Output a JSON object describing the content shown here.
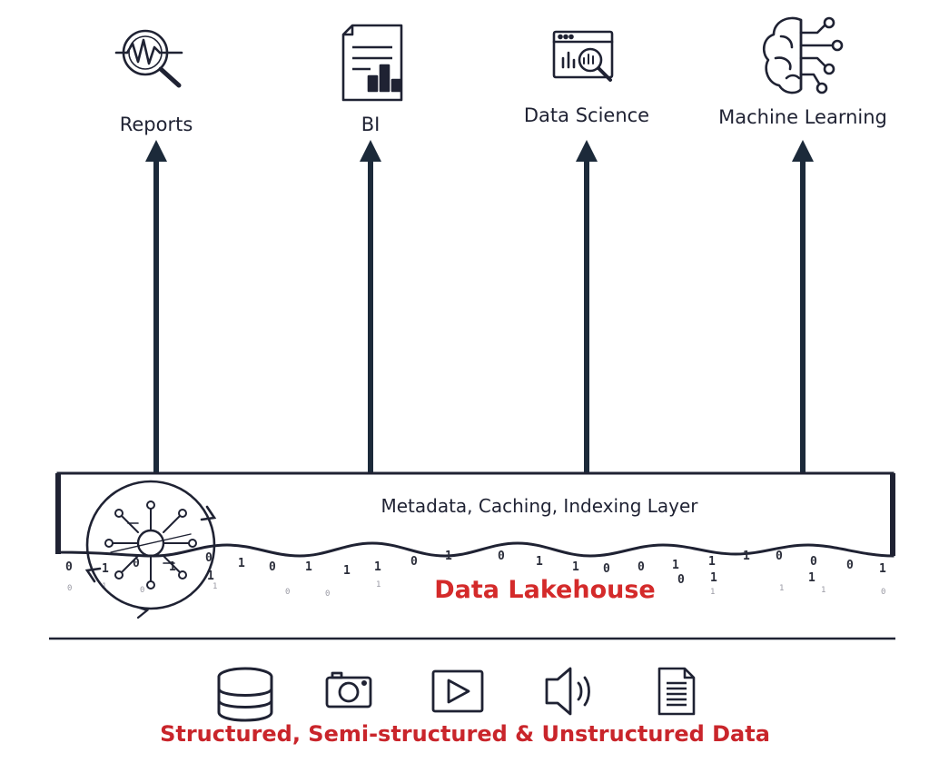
{
  "consumers": [
    {
      "label": "Reports",
      "icon": "magnifier-waveform-icon"
    },
    {
      "label": "BI",
      "icon": "document-bar-chart-icon"
    },
    {
      "label": "Data Science",
      "icon": "browser-chart-magnifier-icon"
    },
    {
      "label": "Machine Learning",
      "icon": "brain-circuit-icon"
    }
  ],
  "layer": {
    "label": "Metadata, Caching, Indexing Layer",
    "icon": "network-cycle-icon"
  },
  "lakehouse": {
    "label": "Data Lakehouse",
    "color": "#d42a2a"
  },
  "sources": {
    "label": "Structured, Semi-structured & Unstructured Data",
    "color": "#c9252b",
    "icons": [
      "database-icon",
      "camera-icon",
      "video-play-icon",
      "speaker-icon",
      "text-document-icon"
    ]
  },
  "colors": {
    "ink": "#1f2233",
    "arrow": "#1c2a3a"
  }
}
